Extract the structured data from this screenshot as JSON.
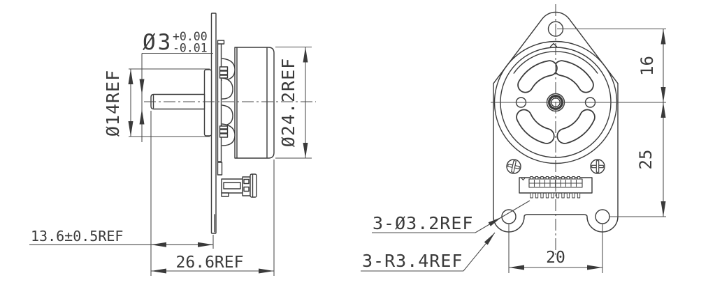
{
  "colors": {
    "line": "#3a3a3a",
    "dim": "#4a4a4a",
    "background": "#ffffff"
  },
  "side_view": {
    "shaft_dia": "Ø3",
    "shaft_dia_tol_upper": "+0.00",
    "shaft_dia_tol_lower": "-0.01",
    "hub_dia": "Ø14REF",
    "body_dia": "Ø24.2REF",
    "shaft_protrusion": "13.6±0.5REF",
    "overall_depth": "26.6REF"
  },
  "front_view": {
    "top_hole_offset": "16",
    "bottom_hole_offset": "25",
    "bottom_hole_spacing": "20",
    "mounting_holes_label": "3-Ø3.2REF",
    "corner_radius_label": "3-R3.4REF"
  }
}
